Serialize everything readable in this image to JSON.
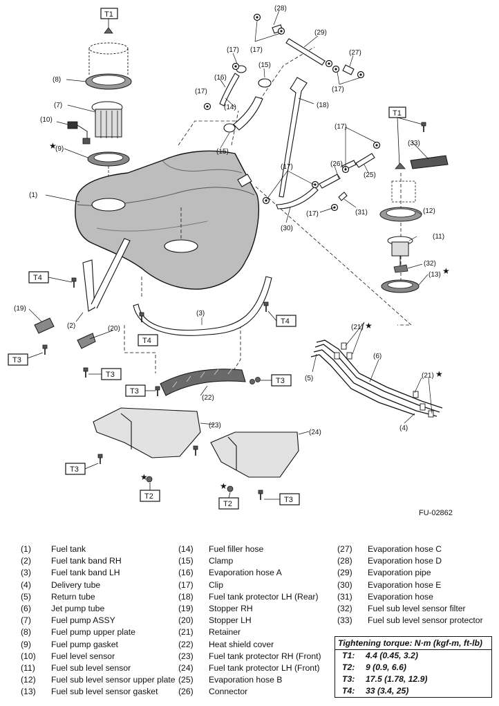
{
  "figure_id": "FU-02862",
  "callouts": {
    "c1": "(1)",
    "c2": "(2)",
    "c3": "(3)",
    "c4": "(4)",
    "c5": "(5)",
    "c6": "(6)",
    "c7": "(7)",
    "c8": "(8)",
    "c9": "(9)",
    "c10": "(10)",
    "c11": "(11)",
    "c12": "(12)",
    "c13": "(13)",
    "c14": "(14)",
    "c15a": "(15)",
    "c15b": "(15)",
    "c16": "(16)",
    "c17": "(17)",
    "c18": "(18)",
    "c19": "(19)",
    "c20": "(20)",
    "c21": "(21)",
    "c22": "(22)",
    "c23": "(23)",
    "c24": "(24)",
    "c25": "(25)",
    "c26": "(26)",
    "c27": "(27)",
    "c28": "(28)",
    "c29": "(29)",
    "c30": "(30)",
    "c31": "(31)",
    "c32": "(32)",
    "c33": "(33)"
  },
  "torque_tags": {
    "t1": "T1",
    "t2": "T2",
    "t3": "T3",
    "t4": "T4"
  },
  "legend": [
    [
      {
        "num": "(1)",
        "label": "Fuel tank"
      },
      {
        "num": "(2)",
        "label": "Fuel tank band RH"
      },
      {
        "num": "(3)",
        "label": "Fuel tank band LH"
      },
      {
        "num": "(4)",
        "label": "Delivery tube"
      },
      {
        "num": "(5)",
        "label": "Return tube"
      },
      {
        "num": "(6)",
        "label": "Jet pump tube"
      },
      {
        "num": "(7)",
        "label": "Fuel pump ASSY"
      },
      {
        "num": "(8)",
        "label": "Fuel pump upper plate"
      },
      {
        "num": "(9)",
        "label": "Fuel pump gasket"
      },
      {
        "num": "(10)",
        "label": "Fuel level sensor"
      },
      {
        "num": "(11)",
        "label": "Fuel sub level sensor"
      },
      {
        "num": "(12)",
        "label": "Fuel sub level sensor upper plate"
      },
      {
        "num": "(13)",
        "label": "Fuel sub level sensor gasket"
      }
    ],
    [
      {
        "num": "(14)",
        "label": "Fuel filler hose"
      },
      {
        "num": "(15)",
        "label": "Clamp"
      },
      {
        "num": "(16)",
        "label": "Evaporation hose A"
      },
      {
        "num": "(17)",
        "label": "Clip"
      },
      {
        "num": "(18)",
        "label": "Fuel tank protector LH (Rear)"
      },
      {
        "num": "(19)",
        "label": "Stopper RH"
      },
      {
        "num": "(20)",
        "label": "Stopper LH"
      },
      {
        "num": "(21)",
        "label": "Retainer"
      },
      {
        "num": "(22)",
        "label": "Heat shield cover"
      },
      {
        "num": "(23)",
        "label": "Fuel tank protector RH (Front)"
      },
      {
        "num": "(24)",
        "label": "Fuel tank protector LH (Front)"
      },
      {
        "num": "(25)",
        "label": "Evaporation hose B"
      },
      {
        "num": "(26)",
        "label": "Connector"
      }
    ],
    [
      {
        "num": "(27)",
        "label": "Evaporation hose C"
      },
      {
        "num": "(28)",
        "label": "Evaporation hose D"
      },
      {
        "num": "(29)",
        "label": "Evaporation pipe"
      },
      {
        "num": "(30)",
        "label": "Evaporation hose E"
      },
      {
        "num": "(31)",
        "label": "Evaporation hose"
      },
      {
        "num": "(32)",
        "label": "Fuel sub level sensor filter"
      },
      {
        "num": "(33)",
        "label": "Fuel sub level sensor protector"
      }
    ]
  ],
  "torque": {
    "heading": "Tightening torque: N·m (kgf-m, ft-lb)",
    "rows": [
      {
        "key": "T1:",
        "value": "4.4 (0.45, 3.2)"
      },
      {
        "key": "T2:",
        "value": "9 (0.9, 6.6)"
      },
      {
        "key": "T3:",
        "value": "17.5 (1.78, 12.9)"
      },
      {
        "key": "T4:",
        "value": "33 (3.4, 25)"
      }
    ]
  }
}
